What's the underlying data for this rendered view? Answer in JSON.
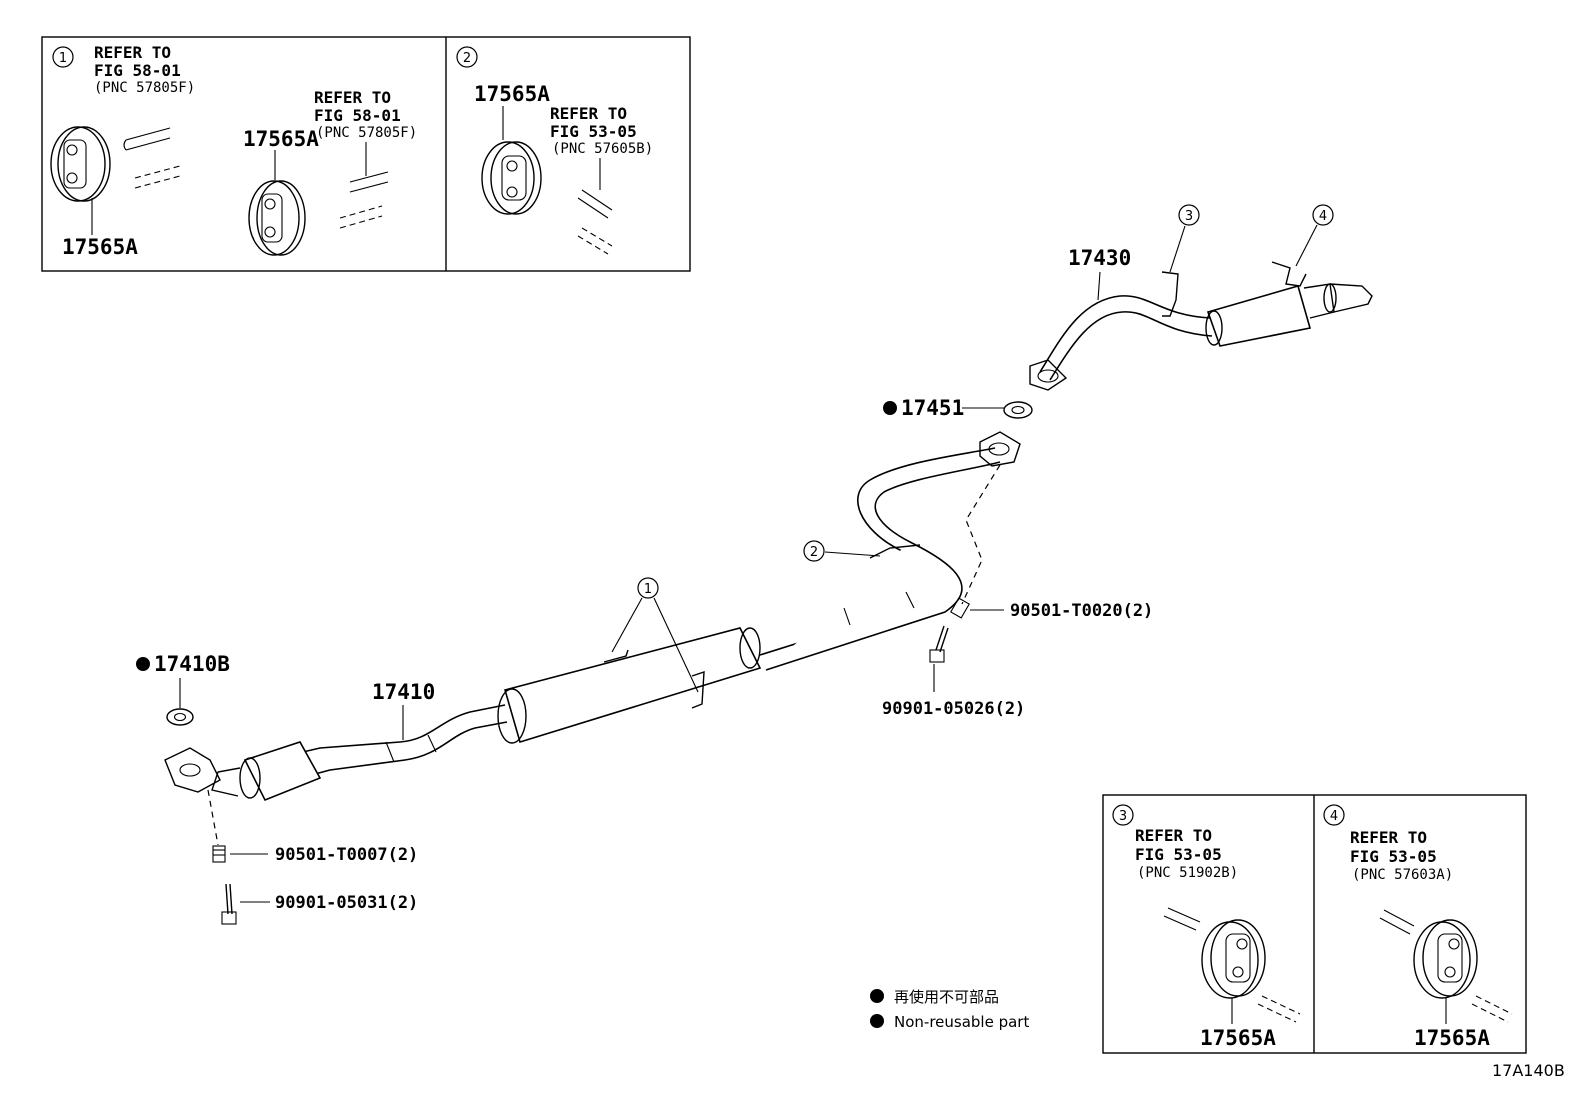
{
  "inset_1": {
    "number": "1",
    "ref_a": {
      "line1": "REFER TO",
      "line2": "FIG 58-01",
      "line3": "(PNC 57805F)"
    },
    "ref_b": {
      "line1": "REFER TO",
      "line2": "FIG 58-01",
      "line3": "(PNC 57805F)"
    },
    "part_a": "17565A",
    "part_b": "17565A"
  },
  "inset_2": {
    "number": "2",
    "ref": {
      "line1": "REFER TO",
      "line2": "FIG 53-05",
      "line3": "(PNC 57605B)"
    },
    "part": "17565A"
  },
  "inset_3": {
    "number": "3",
    "ref": {
      "line1": "REFER TO",
      "line2": "FIG 53-05",
      "line3": "(PNC 51902B)"
    },
    "part": "17565A"
  },
  "inset_4": {
    "number": "4",
    "ref": {
      "line1": "REFER TO",
      "line2": "FIG 53-05",
      "line3": "(PNC 57603A)"
    },
    "part": "17565A"
  },
  "main": {
    "callout_1": "1",
    "callout_2": "2",
    "callout_3": "3",
    "callout_4": "4",
    "parts": {
      "p17430": "17430",
      "p17451": "17451",
      "p17410b": "17410B",
      "p17410": "17410",
      "p90501_t0020": "90501-T0020(2)",
      "p90901_05026": "90901-05026(2)",
      "p90501_t0007": "90501-T0007(2)",
      "p90901_05031": "90901-05031(2)"
    }
  },
  "legend": {
    "japanese": "再使用不可部品",
    "english": "Non-reusable part"
  },
  "figure_code": "17A140B"
}
